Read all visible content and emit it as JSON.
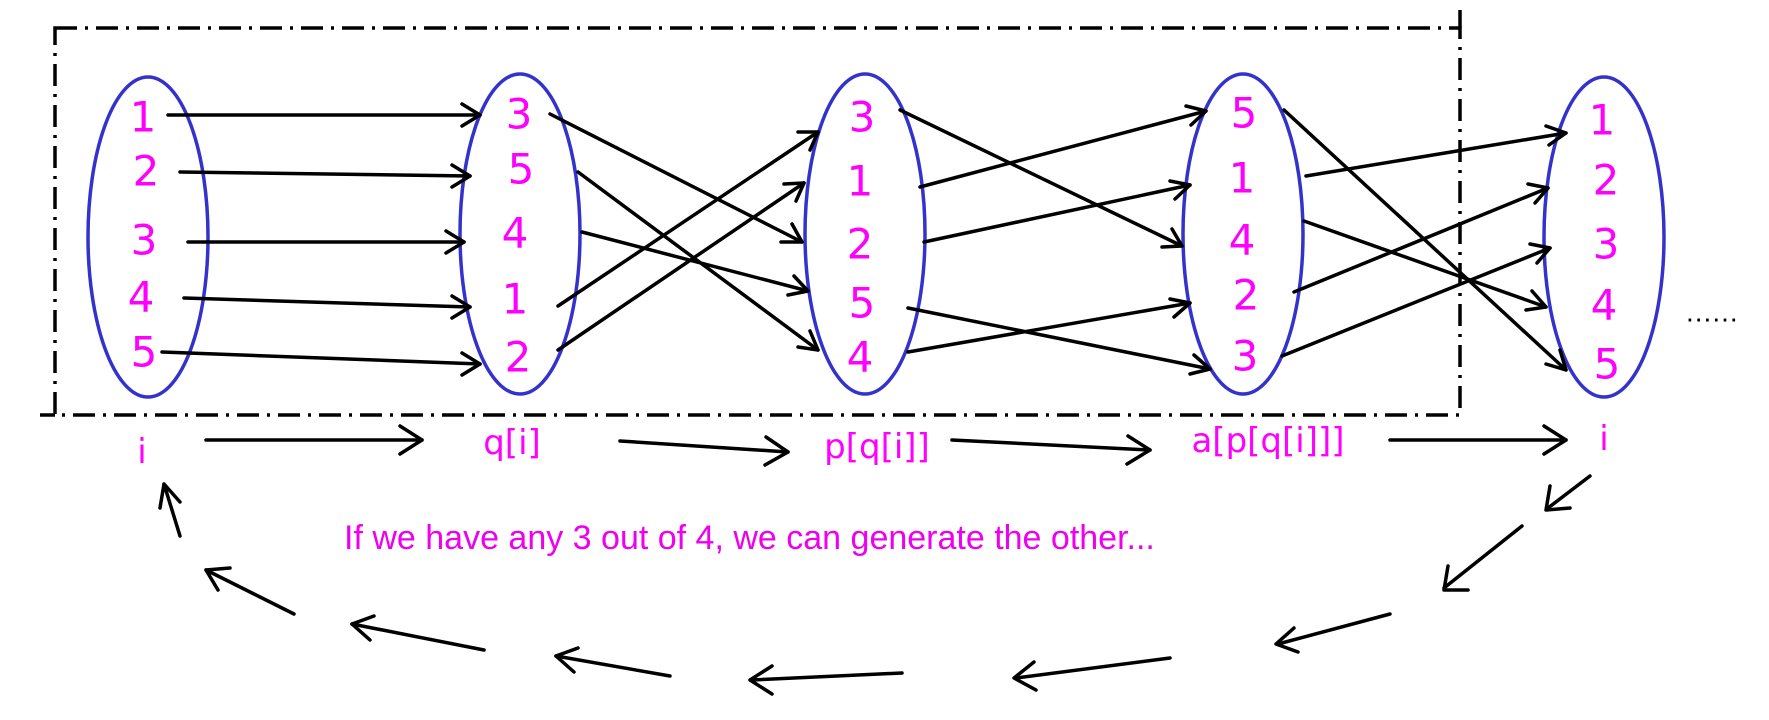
{
  "columns": [
    {
      "label": "i",
      "values": [
        "1",
        "2",
        "3",
        "4",
        "5"
      ]
    },
    {
      "label": "q[i]",
      "values": [
        "3",
        "5",
        "4",
        "1",
        "2"
      ]
    },
    {
      "label": "p[q[i]]",
      "values": [
        "3",
        "1",
        "2",
        "5",
        "4"
      ]
    },
    {
      "label": "a[p[q[i]]]",
      "values": [
        "5",
        "1",
        "4",
        "2",
        "3"
      ]
    },
    {
      "label": "i",
      "values": [
        "1",
        "2",
        "3",
        "4",
        "5"
      ]
    }
  ],
  "caption": "If we have any 3 out of 4, we can generate the other...",
  "continuation": "......",
  "colors": {
    "text": "#ff00ff",
    "ellipse": "#3333cc",
    "arrows": "#000000"
  }
}
